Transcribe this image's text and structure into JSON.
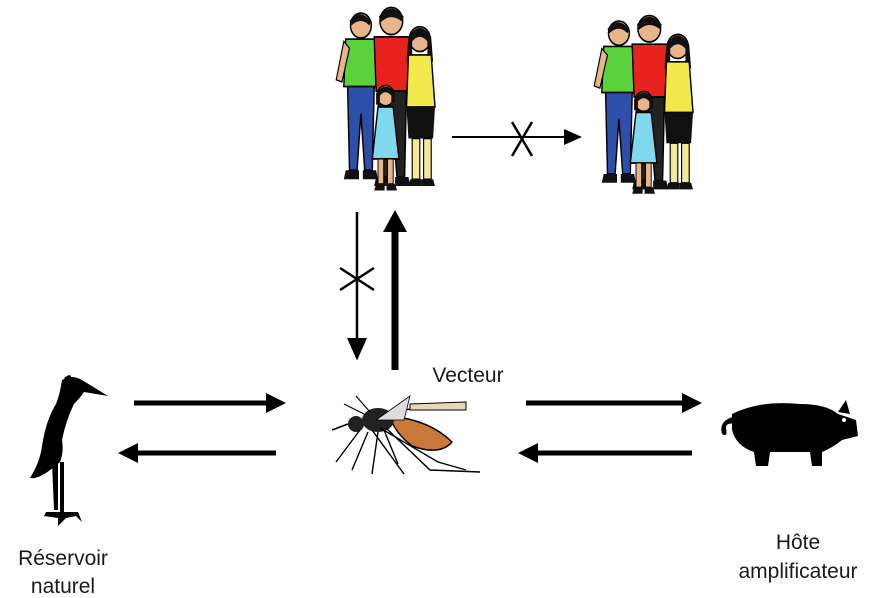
{
  "labels": {
    "vector": "Vecteur",
    "reservoir_line1": "Réservoir",
    "reservoir_line2": "naturel",
    "host_line1": "Hôte",
    "host_line2": "amplificateur"
  },
  "icons": {
    "humans": "family-group-icon",
    "humans_secondary": "family-group-icon",
    "reservoir": "heron-bird-icon",
    "vector": "mosquito-icon",
    "host": "pig-icon"
  },
  "colors": {
    "arrow": "#000000",
    "shirt_green": "#5ad23c",
    "shirt_red": "#e8231e",
    "shirt_yellow": "#f2ea4a",
    "dress_cyan": "#7fd8ee",
    "jeans_blue": "#2e4fa8",
    "mosquito_body": "#c9783a"
  }
}
